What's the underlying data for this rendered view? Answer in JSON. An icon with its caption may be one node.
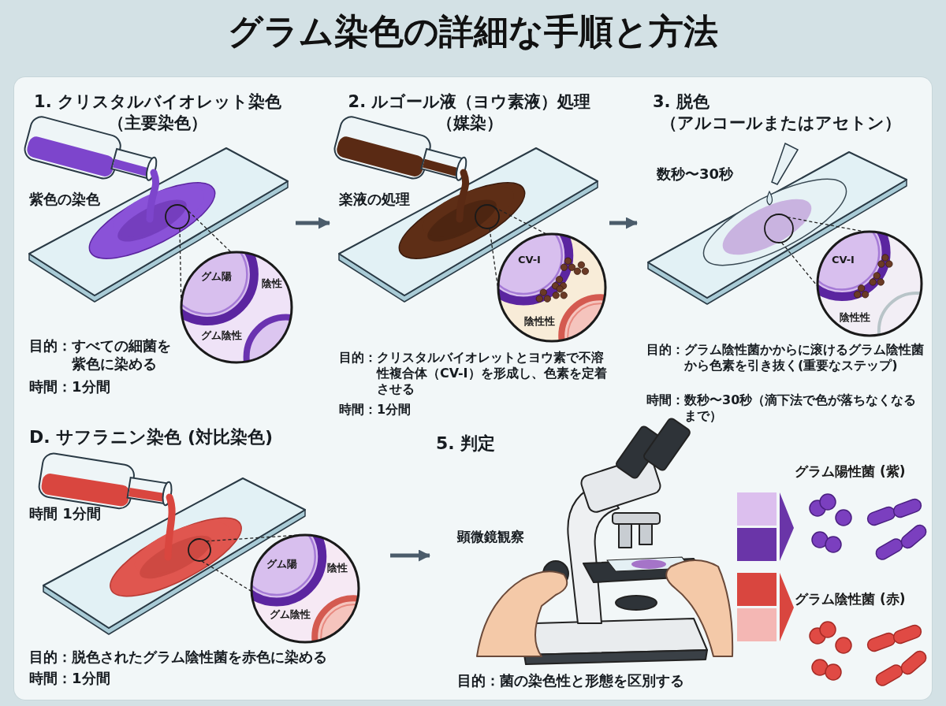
{
  "diagram": {
    "title": "グラム染色の詳細な手順と方法",
    "nodes": [
      {
        "text": [
          "1. クリスタルバイオレット染色",
          "（主要染色）",
          "紫色の染色",
          "目的：すべての細菌を紫色に染める",
          "時間：1分間"
        ]
      },
      {
        "text": [
          "2. ルゴール液（ヨウ素液）処理",
          "（媒染）",
          "楽液の処理",
          "目的：クリスタルバイオレットとヨウ素で不溶性複合体（CV-I）を形成し、色素を定着させる",
          "時間：1分間"
        ]
      },
      {
        "text": [
          "3. 脱色",
          "（アルコールまたはアセトン）",
          "数秒〜30秒",
          "目的：グラム陰性菌かからに滚けるグラム陰性菌から色素を引き抜く(重要なステップ)",
          "時間：数秒〜30秒（滴下法で色が落ちなくなるまで）"
        ]
      },
      {
        "text": [
          "D. サフラニン染色 (対比染色)",
          "時間 1分間",
          "目的：脱色されたグラム陰性菌を赤色に染める",
          "時間：1分間"
        ]
      },
      {
        "text": [
          "5. 判定",
          "顕微鏡観察",
          "目的：菌の染色性と形態を区別する"
        ]
      }
    ],
    "edges": [
      {
        "from": 0,
        "to": 1,
        "arrow": "to"
      },
      {
        "from": 1,
        "to": 2,
        "arrow": "to"
      },
      {
        "from": 3,
        "to": 4,
        "arrow": "to"
      }
    ],
    "labels": [
      "グム陽",
      "陰性",
      "グム陰性",
      "CV-I",
      "陰性性",
      "CV-I",
      "陰性性",
      "グム陽",
      "陰性",
      "グム陰性",
      "グラム陽性菌 (紫)",
      "グラム陰性菌 (赤)"
    ]
  }
}
